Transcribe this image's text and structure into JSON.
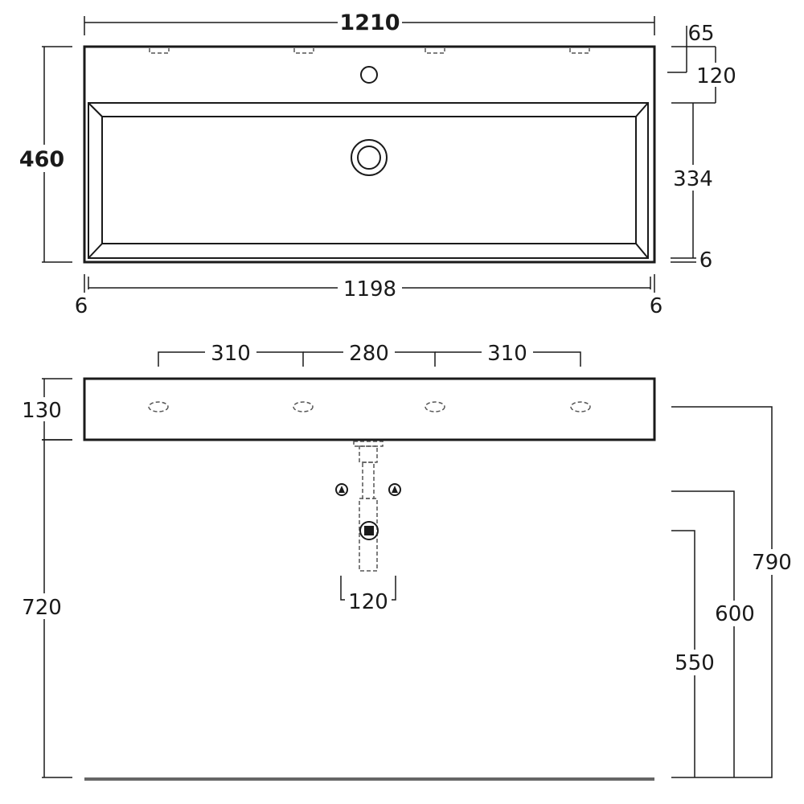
{
  "top_view": {
    "overall_width": "1210",
    "overall_depth": "460",
    "inner_width": "1198",
    "rim_left": "6",
    "rim_right": "6",
    "rim_front": "6",
    "bowl_depth": "334",
    "deck_depth": "120",
    "deck_offset": "65"
  },
  "front_view": {
    "tap_spacing_left": "310",
    "tap_spacing_center": "280",
    "tap_spacing_right": "310",
    "basin_height": "130",
    "waste_width": "120",
    "floor_to_basin_bottom": "720",
    "top_height": "790",
    "outlet_height": "600",
    "fixing_height": "550"
  }
}
